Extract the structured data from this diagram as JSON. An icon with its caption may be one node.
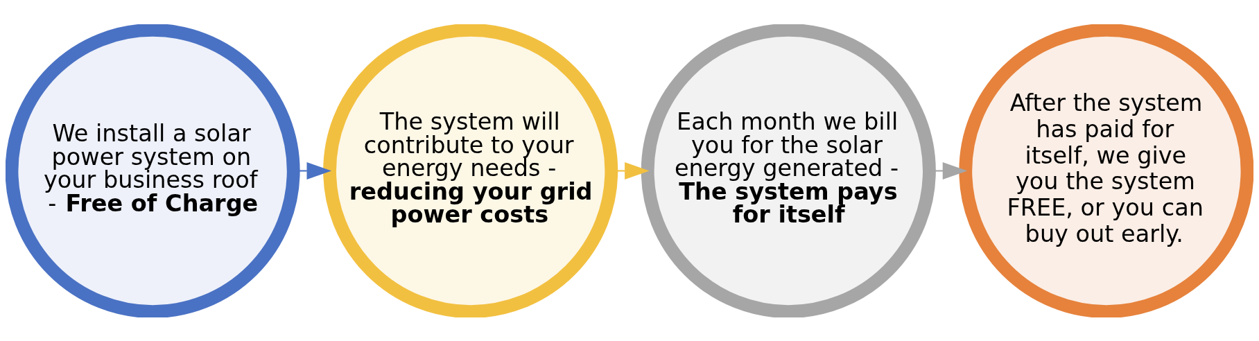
{
  "diagram": {
    "nodes": [
      {
        "text": [
          "We install a solar power system on your business roof - **Free of Charge**"
        ]
      },
      {
        "text": [
          "The system will contribute to your energy needs - **reducing your grid power costs**"
        ]
      },
      {
        "text": [
          "Each month we bill you for the solar energy generated - **The system pays for itself**"
        ]
      },
      {
        "text": [
          "After the system has paid for itself, we give you the system FREE, or you can buy out early."
        ]
      }
    ],
    "edges": [
      {
        "from": 0,
        "to": 1,
        "arrow": "to",
        "color": "#4a72c4"
      },
      {
        "from": 1,
        "to": 2,
        "arrow": "to",
        "color": "#f2c040"
      },
      {
        "from": 2,
        "to": 3,
        "arrow": "to",
        "color": "#a6a6a6"
      }
    ]
  }
}
